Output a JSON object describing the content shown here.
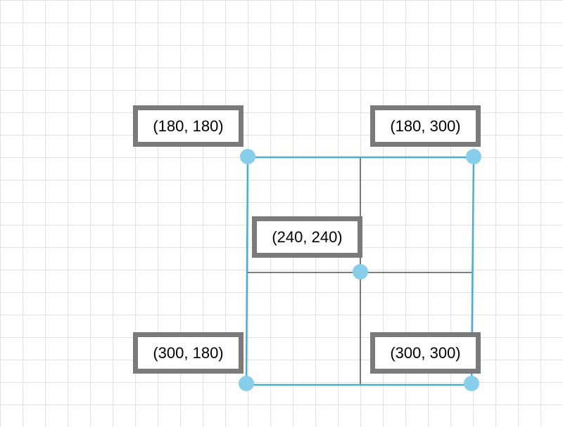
{
  "labels": {
    "top_left": "(180, 180)",
    "top_right": "(180, 300)",
    "center": "(240, 240)",
    "bottom_left": "(300, 180)",
    "bottom_right": "(300, 300)"
  },
  "colors": {
    "background": "#ffffff",
    "grid": "#e2e2e2",
    "rect_stroke": "#4aaed0",
    "handle_fill": "#87ceeb",
    "crosshair": "#000000",
    "label_border": "#7a7a7a"
  }
}
